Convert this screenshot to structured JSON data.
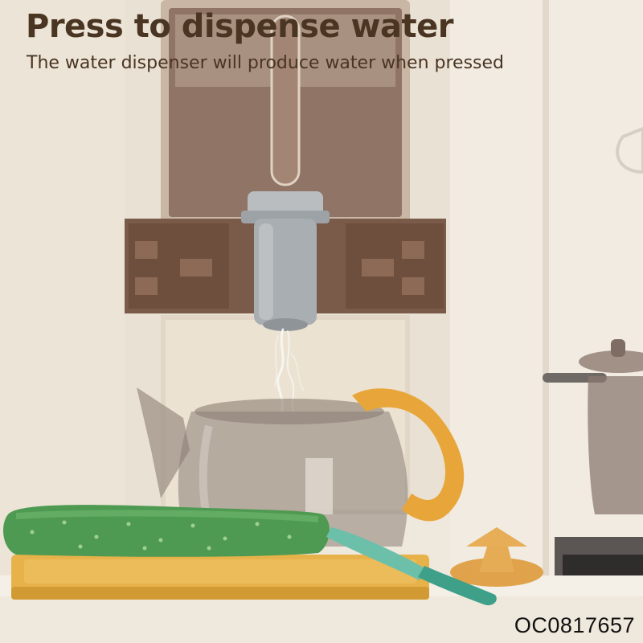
{
  "caption": {
    "title": "Press to dispense water",
    "subtitle": "The water dispenser will produce water when pressed"
  },
  "product_code": "OC0817657",
  "palette": {
    "wall": "#efe8dc",
    "dispenser_brown": "#7a5a48",
    "tap_grey": "#a9aeb2",
    "kettle_handle": "#e8a63a",
    "cucumber_green": "#4e9a52",
    "knife_teal": "#3fa08a",
    "cutting_board": "#e8b24a",
    "text_brown": "#4a3422"
  },
  "objects": [
    "water-dispenser",
    "dispenser-tap",
    "water-stream",
    "glass-kettle",
    "cucumber",
    "toy-knife",
    "cutting-board",
    "cooking-pot",
    "lid-knob"
  ]
}
